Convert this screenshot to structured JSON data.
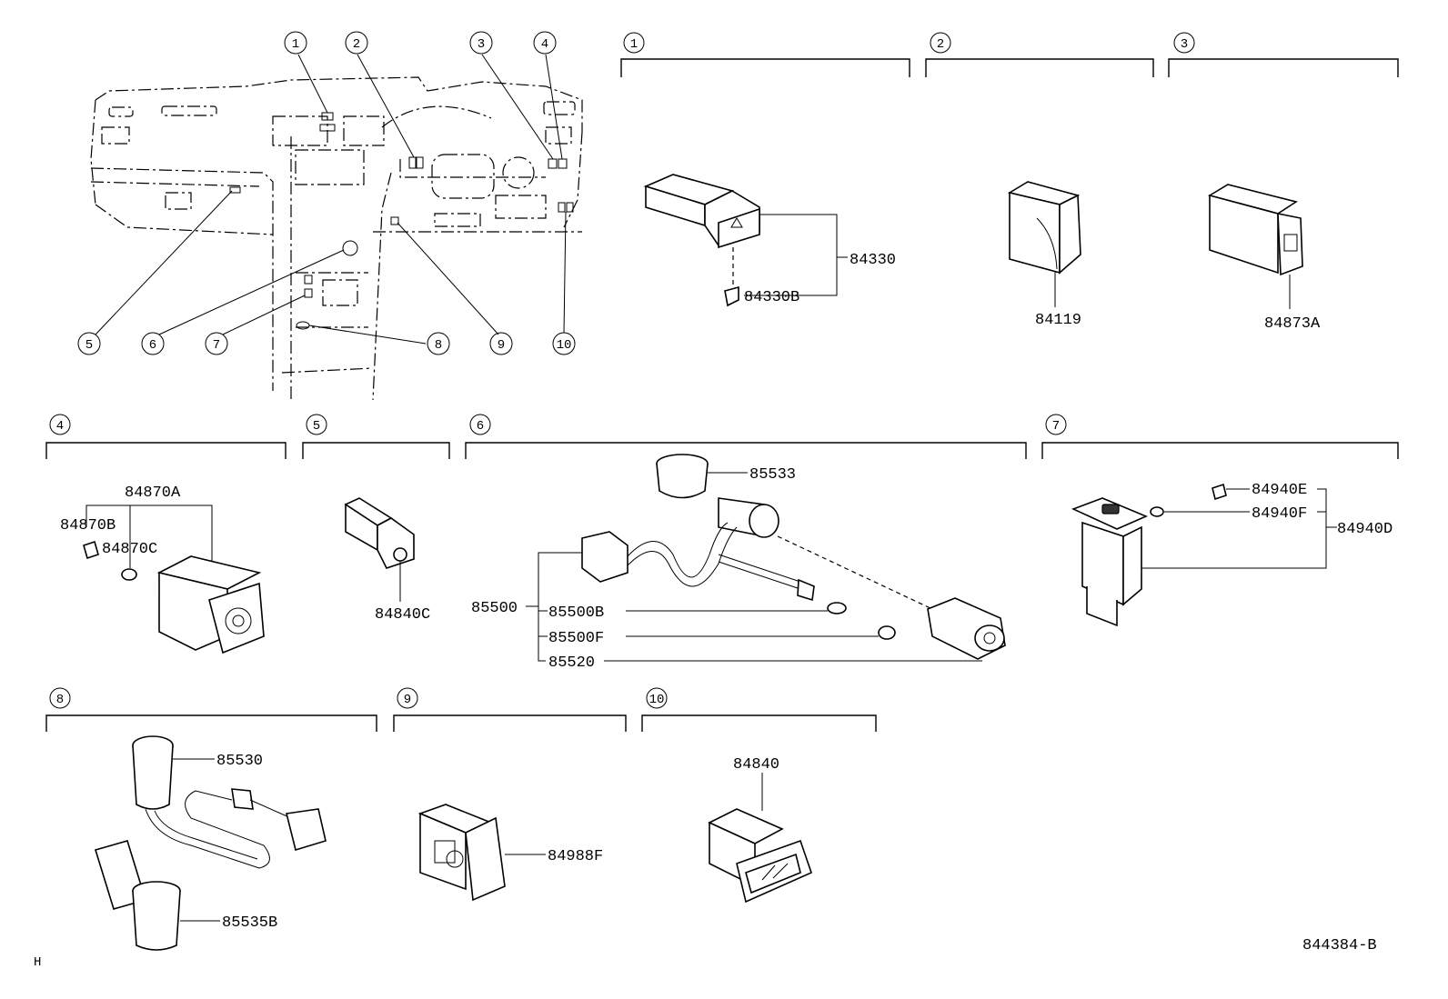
{
  "diagram": {
    "corner_mark": "H",
    "drawing_id": "844384-B",
    "overview": {
      "callouts_top": [
        "1",
        "2",
        "3",
        "4"
      ],
      "callouts_bottom": [
        "5",
        "6",
        "7",
        "8",
        "9",
        "10"
      ]
    },
    "sections": {
      "s1": {
        "number": "1",
        "parts": [
          "84330",
          "84330B"
        ]
      },
      "s2": {
        "number": "2",
        "parts": [
          "84119"
        ]
      },
      "s3": {
        "number": "3",
        "parts": [
          "84873A"
        ]
      },
      "s4": {
        "number": "4",
        "parts": [
          "84870A",
          "84870B",
          "84870C"
        ]
      },
      "s5": {
        "number": "5",
        "parts": [
          "84840C"
        ]
      },
      "s6": {
        "number": "6",
        "parts": [
          "85533",
          "85500",
          "85500B",
          "85500F",
          "85520"
        ]
      },
      "s7": {
        "number": "7",
        "parts": [
          "84940E",
          "84940F",
          "84940D"
        ]
      },
      "s8": {
        "number": "8",
        "parts": [
          "85530",
          "85535B"
        ]
      },
      "s9": {
        "number": "9",
        "parts": [
          "84988F"
        ]
      },
      "s10": {
        "number": "10",
        "parts": [
          "84840"
        ]
      }
    }
  }
}
